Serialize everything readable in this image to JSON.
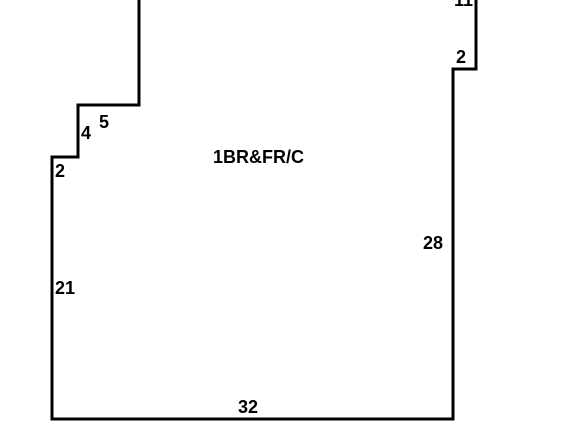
{
  "area": {
    "label": "1BR&FR/C"
  },
  "dimensions": {
    "top_right_partial": "11",
    "right_upper": "2",
    "left_step_5": "5",
    "left_step_4": "4",
    "left_step_2": "2",
    "right_main": "28",
    "left_main": "21",
    "bottom": "32"
  },
  "colors": {
    "line": "#000000",
    "background": "#ffffff"
  }
}
